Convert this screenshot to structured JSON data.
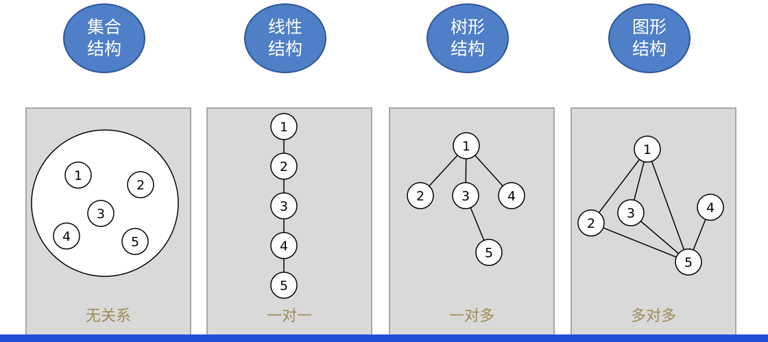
{
  "headers": [
    {
      "line1": "集合",
      "line2": "结构"
    },
    {
      "line1": "线性",
      "line2": "结构"
    },
    {
      "line1": "树形",
      "line2": "结构"
    },
    {
      "line1": "图形",
      "line2": "结构"
    }
  ],
  "panels": [
    {
      "label": "无关系",
      "nodes": [
        "1",
        "2",
        "3",
        "4",
        "5"
      ]
    },
    {
      "label": "一对一",
      "nodes": [
        "1",
        "2",
        "3",
        "4",
        "5"
      ]
    },
    {
      "label": "一对多",
      "nodes": [
        "1",
        "2",
        "3",
        "4",
        "5"
      ]
    },
    {
      "label": "多对多",
      "nodes": [
        "1",
        "2",
        "3",
        "4",
        "5"
      ]
    }
  ],
  "colors": {
    "header_fill": "#4f7fc7",
    "panel_fill": "#d9d9d9",
    "label_color": "#a08a58",
    "bar_color": "#1f4ed8"
  }
}
